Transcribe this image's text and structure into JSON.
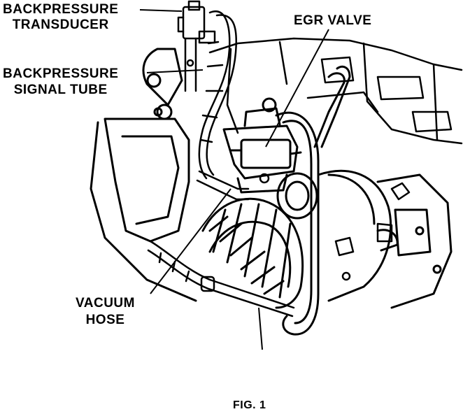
{
  "labels": {
    "backpressure_transducer": [
      "BACKPRESSURE",
      "TRANSDUCER"
    ],
    "backpressure_signal_tube": [
      "BACKPRESSURE",
      "SIGNAL TUBE"
    ],
    "egr_valve": "EGR VALVE",
    "vacuum_hose": [
      "VACUUM",
      "HOSE"
    ]
  },
  "caption": "FIG. 1",
  "colors": {
    "ink": "#000000",
    "paper": "#ffffff"
  }
}
